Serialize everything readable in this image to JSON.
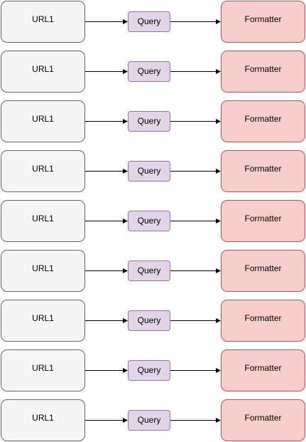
{
  "diagram": {
    "colors": {
      "url_fill": "#f5f5f5",
      "url_stroke": "#666666",
      "query_fill": "#e1d5e7",
      "query_stroke": "#9673a6",
      "formatter_fill": "#f8cecc",
      "formatter_stroke": "#b85450",
      "edge": "#000000"
    },
    "rows": [
      {
        "source": "URL1",
        "query": "Query",
        "formatter": "Formatter"
      },
      {
        "source": "URL1",
        "query": "Query",
        "formatter": "Formatter"
      },
      {
        "source": "URL1",
        "query": "Query",
        "formatter": "Formatter"
      },
      {
        "source": "URL1",
        "query": "Query",
        "formatter": "Formatter"
      },
      {
        "source": "URL1",
        "query": "Query",
        "formatter": "Formatter"
      },
      {
        "source": "URL1",
        "query": "Query",
        "formatter": "Formatter"
      },
      {
        "source": "URL1",
        "query": "Query",
        "formatter": "Formatter"
      },
      {
        "source": "URL1",
        "query": "Query",
        "formatter": "Formatter"
      },
      {
        "source": "URL1",
        "query": "Query",
        "formatter": "Formatter"
      }
    ]
  }
}
